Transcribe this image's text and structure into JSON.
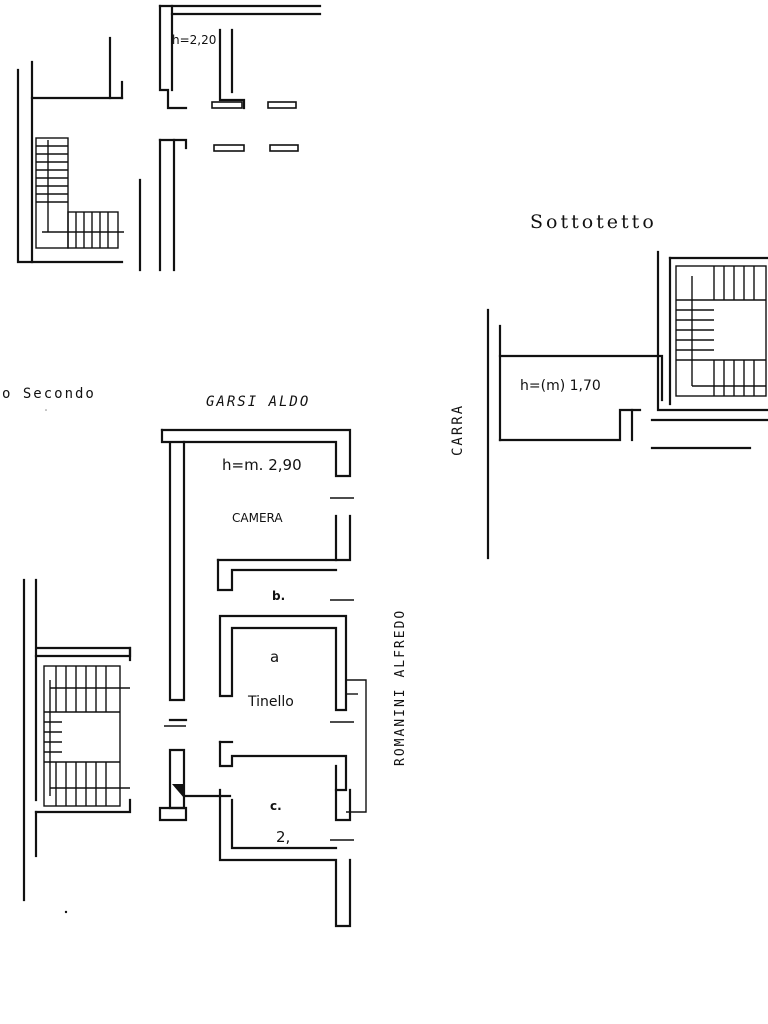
{
  "floor_plan": {
    "heading_attic": "Sottotetto",
    "heading_second_floor": "o Secondo",
    "neighbor_top": "GARSI ALDO",
    "neighbor_right": "ROMANINI ALFREDO",
    "garage_label": "CARRA",
    "height_upper_room": "h=2,20",
    "height_apartment": "h=m. 2,90",
    "height_attic": "h=(m) 1,70",
    "rooms": {
      "camera": "CAMERA",
      "bagno": "b.",
      "a_mark": "a",
      "tinello": "Tinello",
      "cucina": "c.",
      "num_mark": "2,"
    }
  }
}
